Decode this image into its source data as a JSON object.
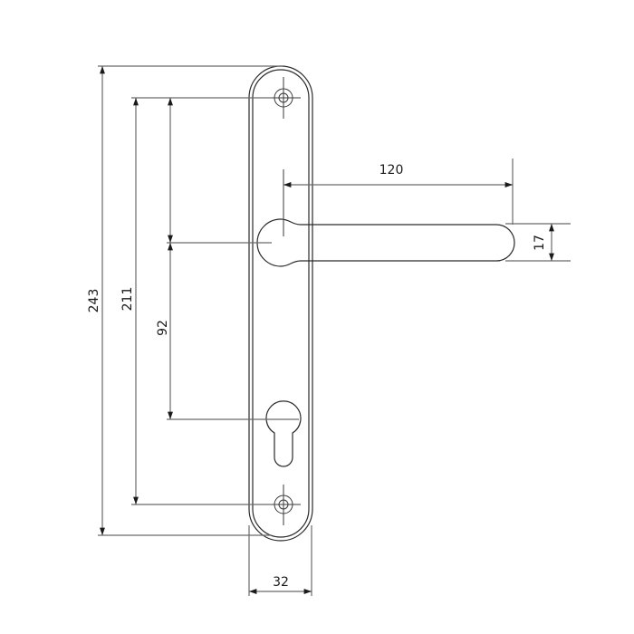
{
  "drawing": {
    "subject": "door lever handle on backplate with euro cylinder keyhole",
    "line_color": "#3a3a3a",
    "background": "#ffffff"
  },
  "dimensions": {
    "overall_height": {
      "label": "243",
      "orientation": "vertical"
    },
    "screw_spacing": {
      "label": "211",
      "orientation": "vertical"
    },
    "lever_to_cylinder": {
      "label": "92",
      "orientation": "vertical"
    },
    "lever_length": {
      "label": "120",
      "orientation": "horizontal"
    },
    "lever_thickness": {
      "label": "17",
      "orientation": "vertical"
    },
    "plate_width": {
      "label": "32",
      "orientation": "horizontal"
    }
  }
}
